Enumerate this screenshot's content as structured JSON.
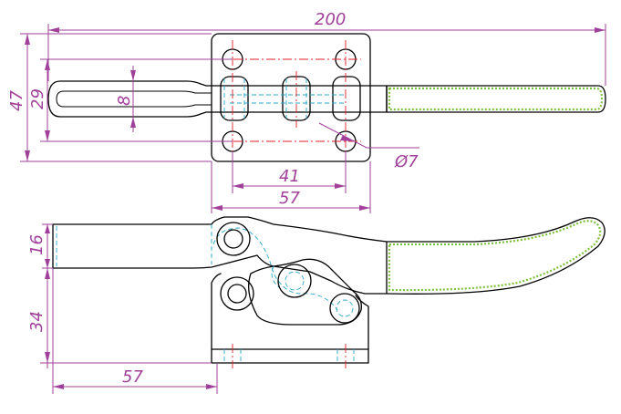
{
  "dimensions": {
    "overall_length": "200",
    "plate_height": "47",
    "slot_height": "29",
    "bar_width": "8",
    "hole_diameter": "Ø7",
    "hole_spacing": "41",
    "plate_width": "57",
    "bar_height_side": "16",
    "base_to_bar": "34",
    "bar_length_side": "57"
  },
  "colors": {
    "outline": "#000000",
    "dimension": "#a0409a",
    "hidden_line": "#2aa7c9",
    "center_line": "#e0202a",
    "handle_grip": "#7fc03a"
  }
}
